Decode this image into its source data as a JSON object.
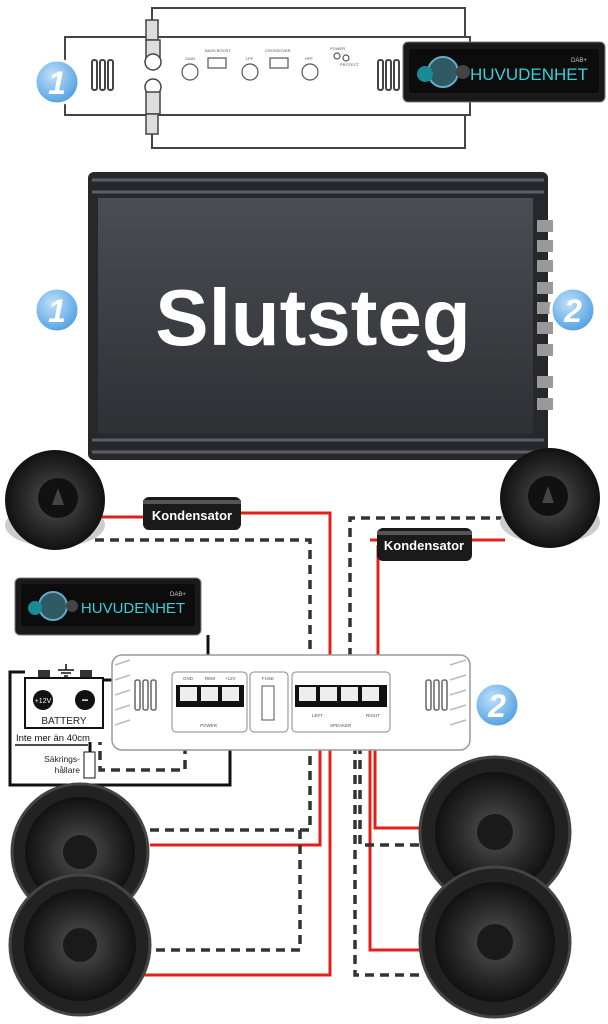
{
  "top_diagram": {
    "badge": "1",
    "controls": [
      "GAIN",
      "BASS BOOST",
      "LPF",
      "CROSSOVER",
      "HPF",
      "POWER",
      "PROTECT"
    ]
  },
  "head_unit": {
    "display": "HUVUDENHET",
    "brand_tag": "DAB+"
  },
  "amplifier": {
    "title": "Slutsteg",
    "badge_left": "1",
    "badge_right": "2"
  },
  "capacitor_label": "Kondensator",
  "wiring": {
    "badge": "2",
    "power_terminals": [
      "GND",
      "REM",
      "+12V"
    ],
    "fuse_label": "FUSE",
    "power_led_label": "POWER",
    "speaker_labels": [
      "LEFT",
      "SPEAKER",
      "RIGHT"
    ]
  },
  "battery": {
    "label": "BATTERY",
    "positive": "+12V",
    "negative": "−",
    "distance_note": "Inte mer än 40cm",
    "fuse_holder": [
      "Säkrings-",
      "hållare"
    ]
  },
  "colors": {
    "wire_positive": "#e0201a",
    "wire_negative": "#333333",
    "badge": "#5aa9e6",
    "amp_body": "#3a3d42"
  }
}
